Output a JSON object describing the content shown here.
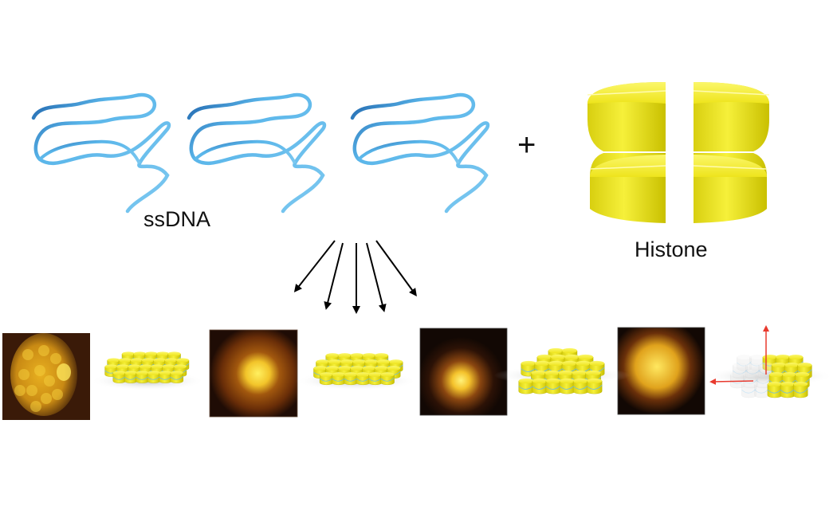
{
  "labels": {
    "ssdna": "ssDNA",
    "plus": "+",
    "histone": "Histone"
  },
  "colors": {
    "dna_ribbon": "#4aa8e0",
    "dna_ribbon_dark": "#1b5fa8",
    "histone_yellow": "#f0e81c",
    "afm_dark": "#1a0d06",
    "afm_bright": "#ffe96a",
    "arrow": "#000000",
    "axis_red": "#e83a2e"
  },
  "afm_images": [
    {
      "name": "afm-image-1"
    },
    {
      "name": "afm-image-2"
    },
    {
      "name": "afm-image-3"
    },
    {
      "name": "afm-image-4"
    }
  ],
  "models": [
    {
      "name": "nucleosome-model-1",
      "layers": 1
    },
    {
      "name": "nucleosome-model-2",
      "layers": 1
    },
    {
      "name": "nucleosome-model-3",
      "layers": 2
    },
    {
      "name": "nucleosome-model-4",
      "layers": 2
    }
  ],
  "arrow_count": 5
}
